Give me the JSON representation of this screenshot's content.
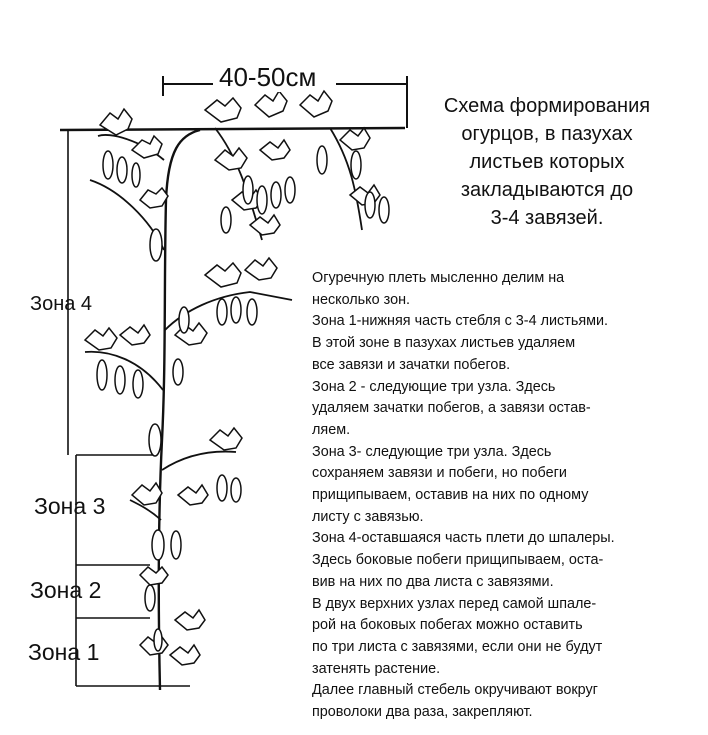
{
  "diagram": {
    "width_label": "40-50см",
    "title_lines": [
      "Схема формирования",
      "огурцов, в пазухах",
      "листьев которых",
      "закладываются до",
      "3-4 завязей."
    ],
    "zones": {
      "zone4": "Зона 4",
      "zone3": "Зона 3",
      "zone2": "Зона 2",
      "zone1": "Зона 1"
    },
    "description_lines": [
      "Огуречную плеть мысленно делим на",
      "несколько зон.",
      "Зона 1-нижняя часть стебля с 3-4 листьями.",
      "В этой зоне в пазухах листьев удаляем",
      "все завязи и зачатки побегов.",
      "Зона 2 - следующие три узла. Здесь",
      "удаляем зачатки побегов, а завязи остав-",
      "ляем.",
      "Зона 3- следующие три узла. Здесь",
      "сохраняем завязи и побеги, но побеги",
      "прищипываем, оставив на них по одному",
      "листу с завязью.",
      "Зона 4-оставшаяся часть плети до шпалеры.",
      "Здесь боковые побеги прищипываем, оста-",
      "вив на них по два листа с завязями.",
      "В двух верхних узлах перед самой шпале-",
      "рой на боковых побегах можно оставить",
      "по три листа с завязями, если они не будут",
      "затенять растение.",
      "Далее главный стебель окручивают вокруг",
      "проволоки два раза, закрепляют."
    ],
    "colors": {
      "ink": "#111111",
      "background": "#ffffff"
    }
  }
}
